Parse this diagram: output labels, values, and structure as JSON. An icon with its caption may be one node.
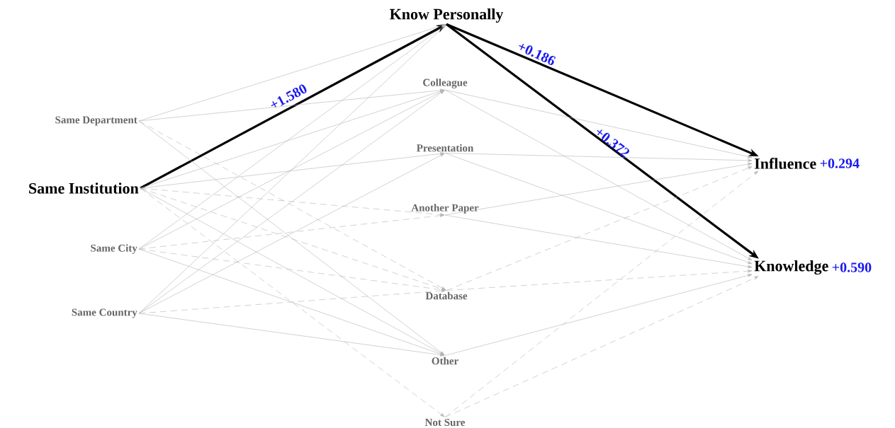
{
  "diagram": {
    "nodes": [
      {
        "text": [
          "Know Personally"
        ]
      },
      {
        "text": [
          "Same Department"
        ]
      },
      {
        "text": [
          "Same Institution"
        ]
      },
      {
        "text": [
          "Same City"
        ]
      },
      {
        "text": [
          "Same Country"
        ]
      },
      {
        "text": [
          "Colleague"
        ]
      },
      {
        "text": [
          "Presentation"
        ]
      },
      {
        "text": [
          "Another Paper"
        ]
      },
      {
        "text": [
          "Database"
        ]
      },
      {
        "text": [
          "Other"
        ]
      },
      {
        "text": [
          "Not Sure"
        ]
      },
      {
        "text": [
          "Influence"
        ],
        "beside": [
          "+0.294"
        ]
      },
      {
        "text": [
          "Knowledge"
        ],
        "beside": [
          "+0.590"
        ]
      }
    ],
    "edges": [
      {
        "from": 2,
        "to": 0,
        "arrow": "to",
        "style": "thick",
        "color": "#000000",
        "label": "+1.580"
      },
      {
        "from": 1,
        "to": 0,
        "arrow": "to"
      },
      {
        "from": 3,
        "to": 0,
        "arrow": "to"
      },
      {
        "from": 4,
        "to": 0,
        "arrow": "to"
      },
      {
        "from": 1,
        "to": 5,
        "arrow": "to"
      },
      {
        "from": 2,
        "to": 5,
        "arrow": "to"
      },
      {
        "from": 3,
        "to": 5,
        "arrow": "to"
      },
      {
        "from": 4,
        "to": 5,
        "arrow": "to"
      },
      {
        "from": 2,
        "to": 6,
        "arrow": "to"
      },
      {
        "from": 4,
        "to": 6,
        "arrow": "to"
      },
      {
        "from": 2,
        "to": 7,
        "arrow": "to",
        "style": "dashed"
      },
      {
        "from": 3,
        "to": 7,
        "arrow": "to",
        "style": "dashed"
      },
      {
        "from": 1,
        "to": 8,
        "arrow": "to",
        "style": "dashed"
      },
      {
        "from": 2,
        "to": 8,
        "arrow": "to",
        "style": "dashed"
      },
      {
        "from": 3,
        "to": 8,
        "arrow": "to",
        "style": "dashed"
      },
      {
        "from": 4,
        "to": 8,
        "arrow": "to",
        "style": "dashed"
      },
      {
        "from": 2,
        "to": 10,
        "arrow": "to",
        "style": "dashed"
      },
      {
        "from": 1,
        "to": 9,
        "arrow": "to"
      },
      {
        "from": 2,
        "to": 9,
        "arrow": "to"
      },
      {
        "from": 3,
        "to": 9,
        "arrow": "to"
      },
      {
        "from": 4,
        "to": 9,
        "arrow": "to"
      },
      {
        "from": 0,
        "to": 11,
        "arrow": "to",
        "style": "thick",
        "color": "#000000",
        "label": "+0.186"
      },
      {
        "from": 0,
        "to": 12,
        "arrow": "to",
        "style": "thick",
        "color": "#000000",
        "label": "+0.372"
      },
      {
        "from": 5,
        "to": 11,
        "arrow": "to"
      },
      {
        "from": 5,
        "to": 12,
        "arrow": "to"
      },
      {
        "from": 6,
        "to": 11,
        "arrow": "to"
      },
      {
        "from": 6,
        "to": 12,
        "arrow": "to"
      },
      {
        "from": 7,
        "to": 11,
        "arrow": "to"
      },
      {
        "from": 7,
        "to": 12,
        "arrow": "to"
      },
      {
        "from": 8,
        "to": 11,
        "arrow": "to",
        "style": "dashed"
      },
      {
        "from": 8,
        "to": 12,
        "arrow": "to",
        "style": "dashed"
      },
      {
        "from": 9,
        "to": 12,
        "arrow": "to"
      },
      {
        "from": 10,
        "to": 11,
        "arrow": "to",
        "style": "dashed"
      },
      {
        "from": 10,
        "to": 12,
        "arrow": "to",
        "style": "dashed"
      }
    ]
  }
}
